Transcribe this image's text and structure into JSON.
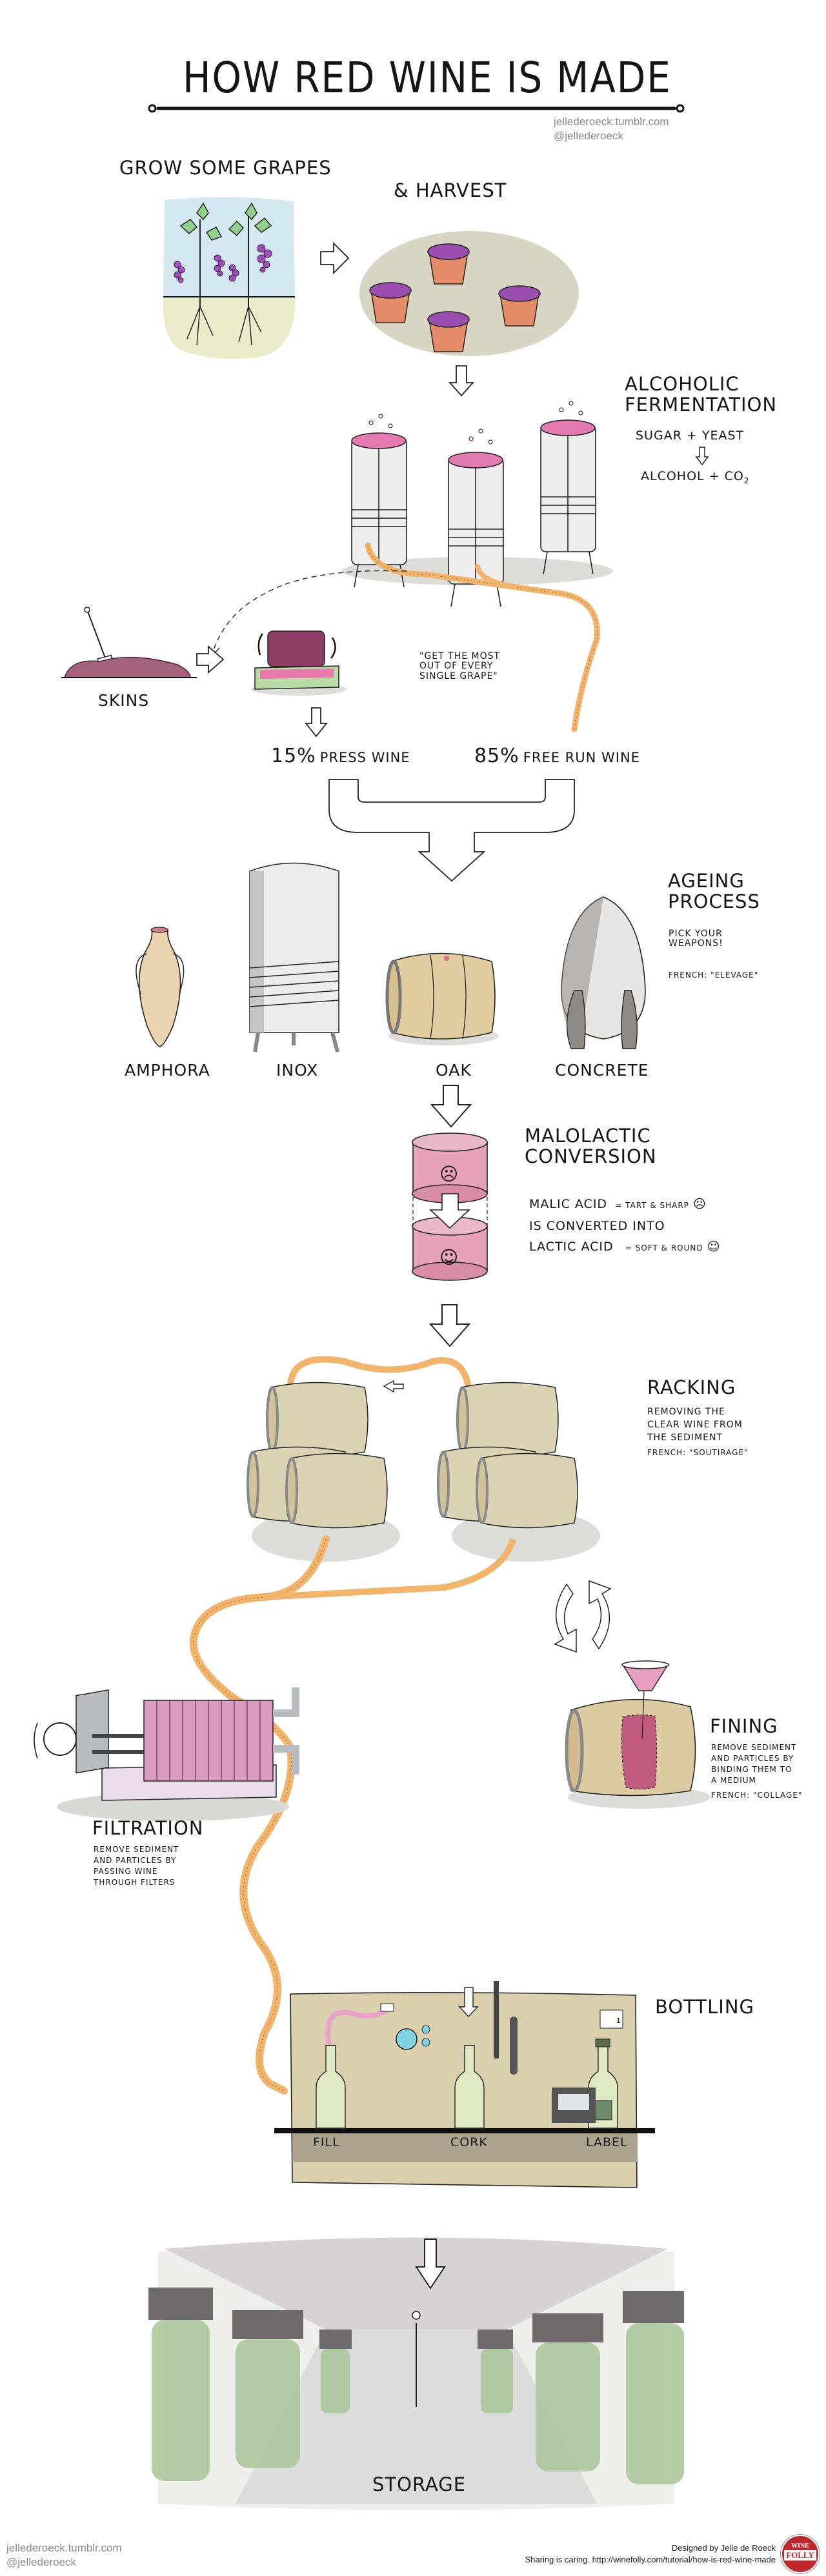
{
  "header": {
    "title": "HOW RED WINE IS MADE",
    "credit_site": "jellederoeck.tumblr.com",
    "credit_handle": "@jellederoeck"
  },
  "steps": {
    "grow": {
      "label": "GROW SOME GRAPES"
    },
    "harvest": {
      "label": "& HARVEST"
    },
    "fermentation": {
      "title_line1": "ALCOHOLIC",
      "title_line2": "FERMENTATION",
      "equation_input": "SUGAR + YEAST",
      "equation_output_prefix": "ALCOHOL + CO",
      "equation_output_sub": "2"
    },
    "pressing": {
      "skins_label": "SKINS",
      "quote_line1": "\"GET THE MOST",
      "quote_line2": "OUT OF EVERY",
      "quote_line3": "SINGLE GRAPE\"",
      "press_wine_pct": "15%",
      "press_wine_label": "PRESS WINE",
      "free_run_pct": "85%",
      "free_run_label": "FREE RUN WINE"
    },
    "ageing": {
      "title_line1": "AGEING",
      "title_line2": "PROCESS",
      "subtitle_line1": "PICK YOUR",
      "subtitle_line2": "WEAPONS!",
      "french": "FRENCH: \"ELEVAGE\"",
      "vessels": [
        {
          "id": "amphora",
          "label": "AMPHORA"
        },
        {
          "id": "inox",
          "label": "INOX"
        },
        {
          "id": "oak",
          "label": "OAK"
        },
        {
          "id": "concrete",
          "label": "CONCRETE"
        }
      ]
    },
    "malolactic": {
      "title_line1": "MALOLACTIC",
      "title_line2": "CONVERSION",
      "line1_term": "MALIC ACID",
      "line1_desc": "= TART & SHARP",
      "line2": "IS CONVERTED INTO",
      "line3_term": "LACTIC ACID",
      "line3_desc": "= SOFT & ROUND",
      "sad_face": "☹",
      "happy_face": "☺"
    },
    "racking": {
      "title": "RACKING",
      "desc_line1": "REMOVING THE",
      "desc_line2": "CLEAR WINE FROM",
      "desc_line3": "THE SEDIMENT",
      "french": "FRENCH: \"SOUTIRAGE\""
    },
    "fining": {
      "title": "FINING",
      "desc_line1": "REMOVE SEDIMENT",
      "desc_line2": "AND PARTICLES BY",
      "desc_line3": "BINDING THEM TO",
      "desc_line4": "A MEDIUM",
      "french": "FRENCH: \"COLLAGE\""
    },
    "filtration": {
      "title": "FILTRATION",
      "desc_line1": "REMOVE SEDIMENT",
      "desc_line2": "AND PARTICLES BY",
      "desc_line3": "PASSING WINE",
      "desc_line4": "THROUGH FILTERS"
    },
    "bottling": {
      "title": "BOTTLING",
      "stations": [
        "FILL",
        "CORK",
        "LABEL"
      ],
      "counter": "1"
    },
    "storage": {
      "label": "STORAGE"
    }
  },
  "footer": {
    "credit_site": "jellederoeck.tumblr.com",
    "credit_handle": "@jellederoeck",
    "designed_by": "Designed by Jelle de Roeck",
    "sharing": "Sharing is caring. http://winefolly.com/tutorial/how-is-red-wine-made",
    "badge_line1": "WINE",
    "badge_line2": "FOLLY"
  },
  "colors": {
    "wine": "#c8607e",
    "grape": "#8a3fa0",
    "hose": "#f2b36a",
    "barrel": "#d8cdae",
    "bottle": "#d8e8b8",
    "badge": "#c0272d"
  }
}
